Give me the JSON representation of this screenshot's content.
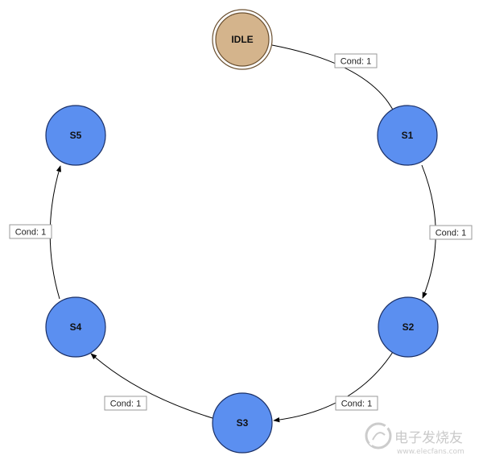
{
  "states": {
    "idle": {
      "label": "IDLE",
      "fill": "#d4b48c",
      "stroke": "#6b5030"
    },
    "s1": {
      "label": "S1",
      "fill": "#5b8ff0",
      "stroke": "#1a2f66"
    },
    "s2": {
      "label": "S2",
      "fill": "#5b8ff0",
      "stroke": "#1a2f66"
    },
    "s3": {
      "label": "S3",
      "fill": "#5b8ff0",
      "stroke": "#1a2f66"
    },
    "s4": {
      "label": "S4",
      "fill": "#5b8ff0",
      "stroke": "#1a2f66"
    },
    "s5": {
      "label": "S5",
      "fill": "#5b8ff0",
      "stroke": "#1a2f66"
    }
  },
  "transitions": [
    {
      "from": "IDLE",
      "to": "S1",
      "label": "Cond: 1"
    },
    {
      "from": "S1",
      "to": "S2",
      "label": "Cond: 1"
    },
    {
      "from": "S2",
      "to": "S3",
      "label": "Cond: 1"
    },
    {
      "from": "S3",
      "to": "S4",
      "label": "Cond: 1"
    },
    {
      "from": "S4",
      "to": "S5",
      "label": "Cond: 1"
    }
  ],
  "watermark": {
    "text": "电子发烧友",
    "sub": "www.elecfans.com"
  }
}
